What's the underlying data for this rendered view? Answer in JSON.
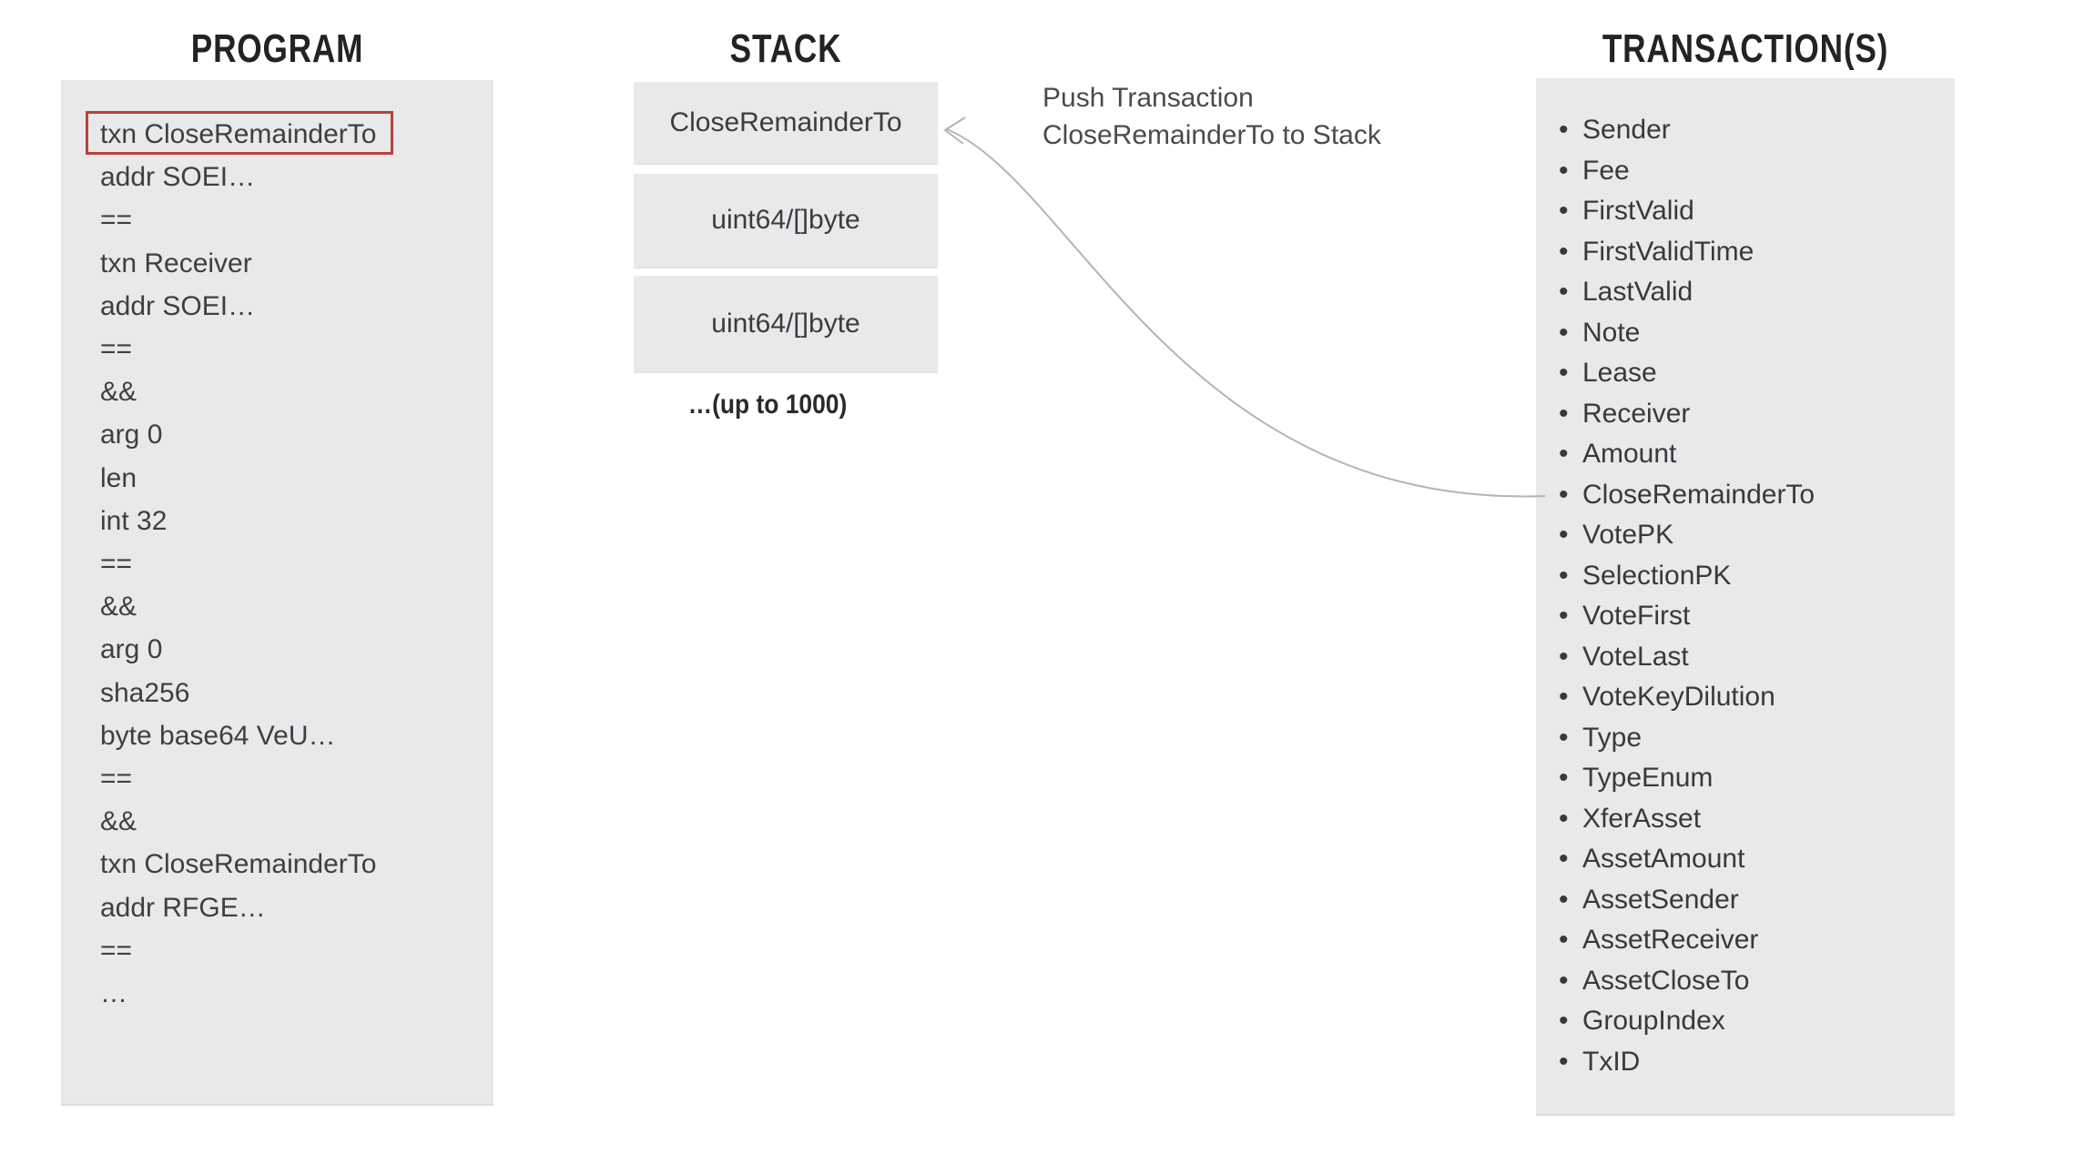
{
  "program": {
    "title": "PROGRAM",
    "highlighted_line_index": 0,
    "lines": [
      "txn CloseRemainderTo",
      "addr SOEI…",
      "==",
      "txn Receiver",
      "addr SOEI…",
      "==",
      "&&",
      "arg 0",
      "len",
      "int 32",
      "==",
      "&&",
      "arg 0",
      "sha256",
      "byte base64 VeU…",
      "==",
      "&&",
      "txn CloseRemainderTo",
      "addr RFGE…",
      "==",
      "…"
    ]
  },
  "stack": {
    "title": "STACK",
    "boxes": [
      "CloseRemainderTo",
      "uint64/[]byte",
      "uint64/[]byte"
    ],
    "caption": "…(up to 1000)"
  },
  "transactions": {
    "title": "TRANSACTION(S)",
    "bullet_icon": "•",
    "fields": [
      "Sender",
      "Fee",
      "FirstValid",
      "FirstValidTime",
      "LastValid",
      "Note",
      "Lease",
      "Receiver",
      "Amount",
      "CloseRemainderTo",
      "VotePK",
      "SelectionPK",
      "VoteFirst",
      "VoteLast",
      "VoteKeyDilution",
      "Type",
      "TypeEnum",
      "XferAsset",
      "AssetAmount",
      "AssetSender",
      "AssetReceiver",
      "AssetCloseTo",
      "GroupIndex",
      "TxID"
    ]
  },
  "annotation": {
    "line1": "Push Transaction",
    "line2": "CloseRemainderTo to Stack"
  },
  "colors": {
    "panel_gray": "#e8e9ea",
    "highlight_border_red": "#b5423f",
    "arrow_gray": "#b4b4b6",
    "title_text": "#232323",
    "body_text": "#3e3f41",
    "annotation_text": "#4b4b4b"
  }
}
